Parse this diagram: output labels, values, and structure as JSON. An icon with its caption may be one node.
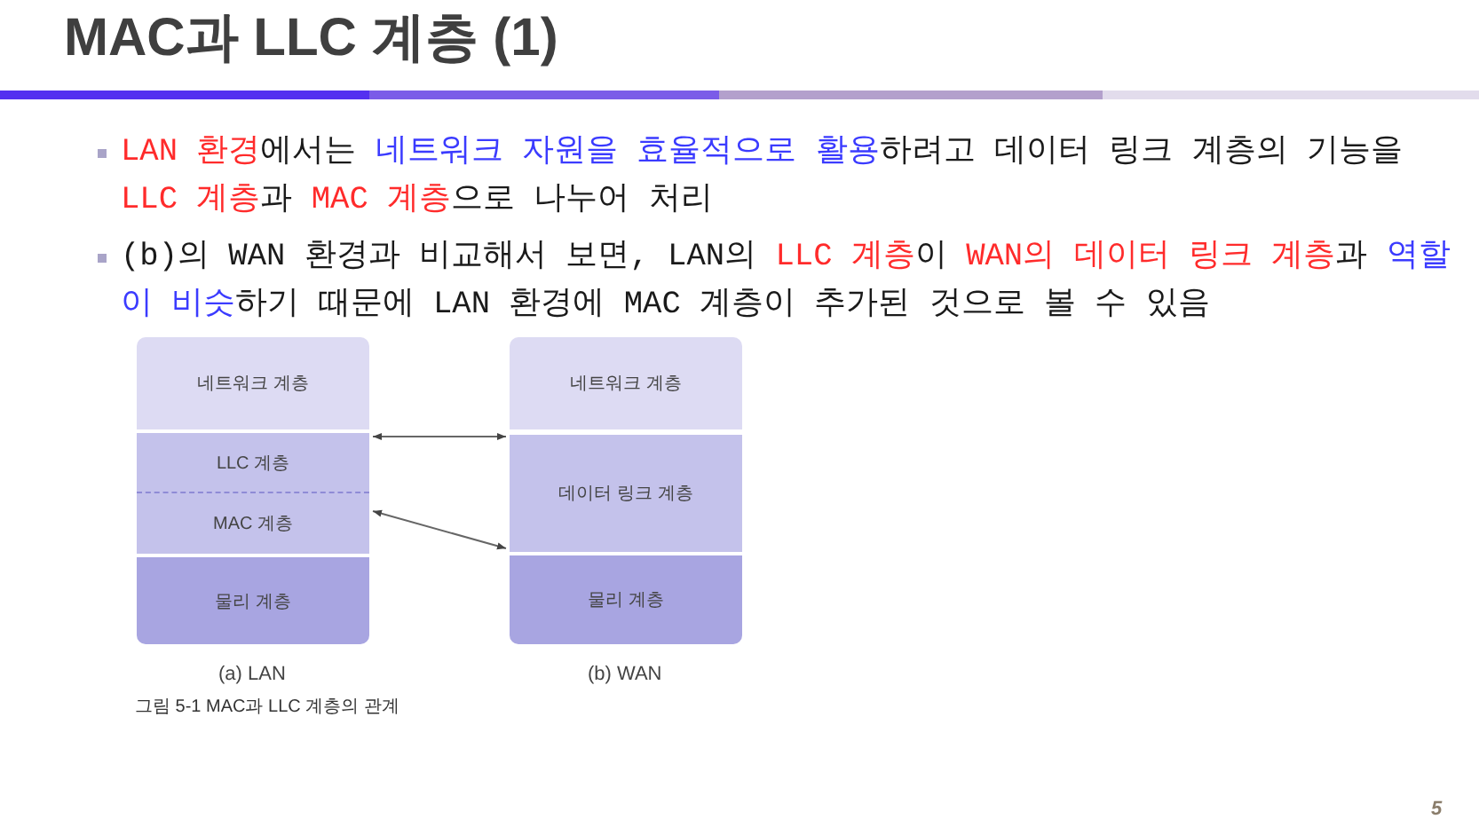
{
  "diagram": {
    "title": "MAC과 LLC 계층 (1)",
    "caption": "그림 5-1 MAC과 LLC 계층의 관계",
    "nodes": [
      {
        "text": [
          "네트워크 계층"
        ]
      },
      {
        "text": [
          "LLC 계층"
        ]
      },
      {
        "text": [
          "MAC 계층"
        ]
      },
      {
        "text": [
          "물리 계층"
        ]
      },
      {
        "text": [
          "네트워크 계층"
        ]
      },
      {
        "text": [
          "데이터 링크 계층"
        ]
      },
      {
        "text": [
          "물리 계층"
        ]
      }
    ],
    "edges": [
      {
        "from": 1,
        "to": 5,
        "arrow": "both"
      },
      {
        "from": 2,
        "to": 5,
        "arrow": "both"
      }
    ],
    "labels": [
      "**LAN 환경**에서는 **네트워크 자원을 효율적으로 활용**하려고 데이터 링크 계층의 기능을 **LLC 계층**과 **MAC 계층**으로 나누어 처리",
      "(b)의 WAN 환경과 비교해서 보면, LAN의 **LLC 계층**이 **WAN의 데이터 링크 계층**과 **역할이 비슷**하기 때문에 LAN 환경에 MAC 계층이 추가된 것으로 볼 수 있음",
      "(a) LAN",
      "(b) WAN",
      "5"
    ]
  }
}
